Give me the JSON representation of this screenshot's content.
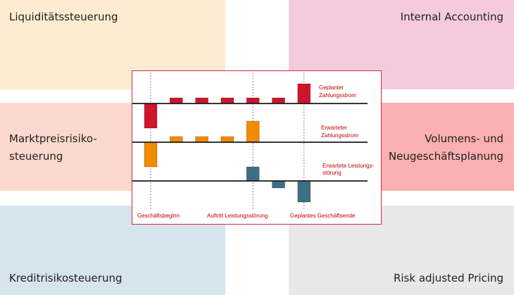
{
  "tiles": {
    "top_left": "Liquiditätssteuerung",
    "top_right": "Internal Accounting",
    "mid_left_line1": "Marktpreisrisiko-",
    "mid_left_line2": "steuerung",
    "mid_right_line1": "Volumens- und",
    "mid_right_line2": "Neugeschäftsplanung",
    "bottom_left": "Kreditrisikosteuerung",
    "bottom_right": "Risk adjusted Pricing"
  },
  "colors": {
    "peach": "#fdebd2",
    "pink": "#f3cbdb",
    "salmon": "#fbd9cc",
    "red_tile": "#fab0b0",
    "blue": "#d6e4ee",
    "gray": "#e8e8e8",
    "frame": "#d0283c",
    "bar_red": "#d0142c",
    "bar_orange": "#f28a00",
    "bar_blue": "#3d6e86"
  },
  "chart_data": {
    "type": "bar",
    "periods": 7,
    "series": [
      {
        "name_line1": "Geplanter",
        "name_line2": "Zahlungsstrom",
        "color": "bar_red",
        "values": [
          -3.5,
          0.8,
          0.8,
          0.8,
          0.8,
          0.8,
          2.8
        ]
      },
      {
        "name_line1": "Erwarteter",
        "name_line2": "Zahlungsstrom",
        "color": "bar_orange",
        "values": [
          -3.5,
          0.8,
          0.8,
          0.8,
          3.0,
          0,
          0
        ]
      },
      {
        "name_line1": "Erwartete Leistungs-",
        "name_line2": "störung",
        "color": "bar_blue",
        "values": [
          0,
          0,
          0,
          0,
          2.0,
          -1.0,
          -3.0
        ]
      }
    ],
    "markers": [
      {
        "label": "Geschäftsbeginn",
        "period": 0
      },
      {
        "label": "Auftritt Leistungsstörung",
        "period": 4
      },
      {
        "label": "Geplantes Geschäftsende",
        "period": 6
      }
    ]
  }
}
